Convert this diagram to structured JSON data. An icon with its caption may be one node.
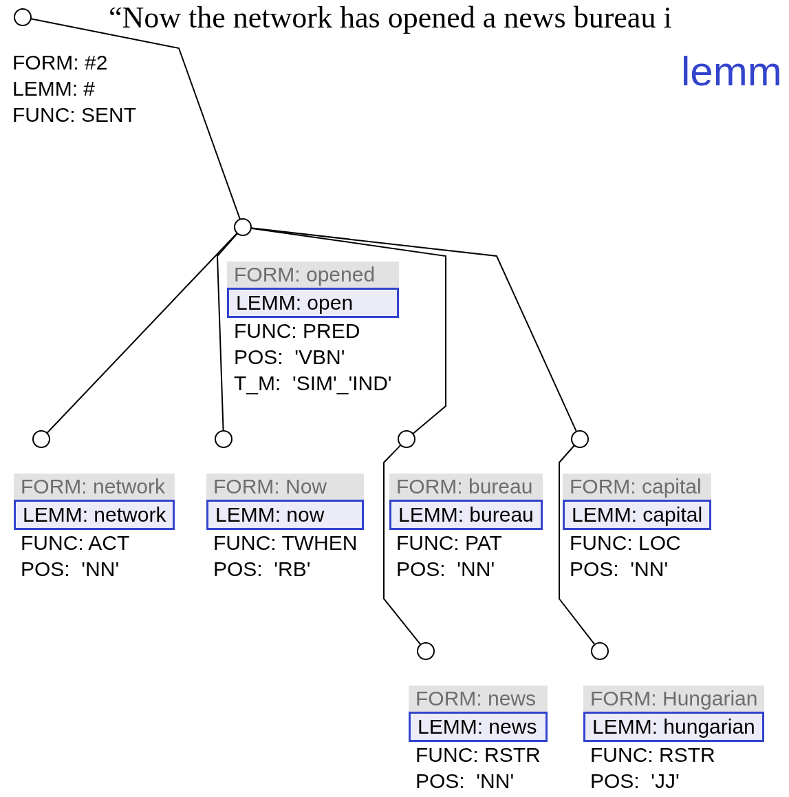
{
  "diagram": {
    "title": "“Now the network has opened a news bureau i",
    "nodes": [
      {
        "text": [],
        "shape": "circle",
        "beside": [
          "FORM: #2",
          "LEMM: #",
          "FUNC: SENT"
        ]
      },
      {
        "text": [],
        "shape": "circle",
        "beside": [
          "FORM: opened",
          "LEMM: open",
          "FUNC: PRED",
          "POS:  'VBN'",
          "T_M:  'SIM'_'IND'"
        ]
      },
      {
        "text": [],
        "shape": "circle",
        "beside": [
          "FORM: network",
          "LEMM: network",
          "FUNC: ACT",
          "POS:  'NN'"
        ]
      },
      {
        "text": [],
        "shape": "circle",
        "beside": [
          "FORM: Now",
          "LEMM: now",
          "FUNC: TWHEN",
          "POS:  'RB'"
        ]
      },
      {
        "text": [],
        "shape": "circle",
        "beside": [
          "FORM: bureau",
          "LEMM: bureau",
          "FUNC: PAT",
          "POS:  'NN'"
        ]
      },
      {
        "text": [],
        "shape": "circle",
        "beside": [
          "FORM: capital",
          "LEMM: capital",
          "FUNC: LOC",
          "POS:  'NN'"
        ]
      },
      {
        "text": [],
        "shape": "circle",
        "beside": [
          "FORM: news",
          "LEMM: news",
          "FUNC: RSTR",
          "POS:  'NN'"
        ]
      },
      {
        "text": [],
        "shape": "circle",
        "beside": [
          "FORM: Hungarian",
          "LEMM: hungarian",
          "FUNC: RSTR",
          "POS:  'JJ'"
        ]
      }
    ],
    "edges": [
      {
        "from": 0,
        "to": 1,
        "arrow": "none"
      },
      {
        "from": 1,
        "to": 2,
        "arrow": "none"
      },
      {
        "from": 1,
        "to": 3,
        "arrow": "none"
      },
      {
        "from": 1,
        "to": 4,
        "arrow": "none"
      },
      {
        "from": 1,
        "to": 5,
        "arrow": "none"
      },
      {
        "from": 4,
        "to": 6,
        "arrow": "none"
      },
      {
        "from": 5,
        "to": 7,
        "arrow": "none"
      }
    ],
    "labels": [
      "lemm"
    ]
  }
}
